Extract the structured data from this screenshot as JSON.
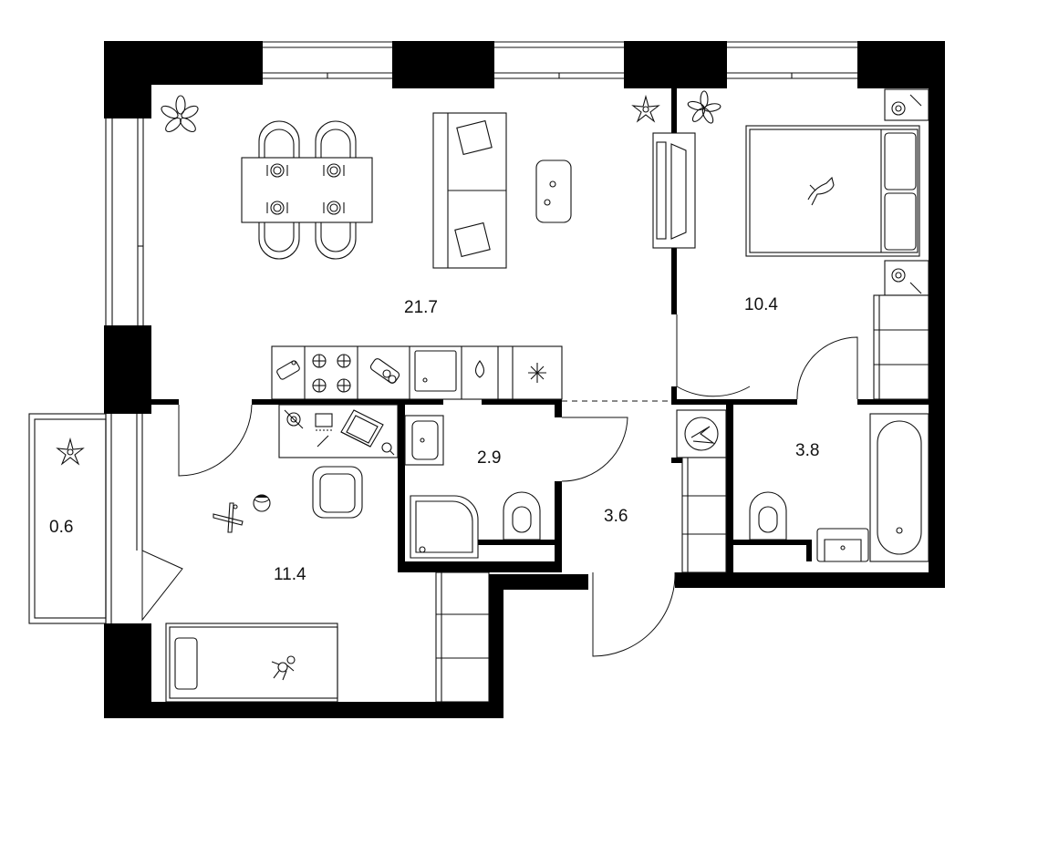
{
  "colors": {
    "wall": "#000000",
    "line": "#111111",
    "background": "#ffffff"
  },
  "rooms": [
    {
      "id": "living-kitchen",
      "area": "21.7"
    },
    {
      "id": "bedroom",
      "area": "10.4"
    },
    {
      "id": "bathroom-small",
      "area": "2.9"
    },
    {
      "id": "hallway",
      "area": "3.6"
    },
    {
      "id": "bathroom-large",
      "area": "3.8"
    },
    {
      "id": "balcony",
      "area": "0.6"
    },
    {
      "id": "kids-room",
      "area": "11.4"
    }
  ],
  "icons": [
    "plant-icon",
    "dining-table-icon",
    "sofa-icon",
    "coffee-table-icon",
    "tv-stand-icon",
    "double-bed-icon",
    "nightstand-icon",
    "wardrobe-icon",
    "kitchen-counter-icon",
    "stove-icon",
    "sink-icon",
    "fridge-icon",
    "desk-icon",
    "laptop-icon",
    "office-chair-icon",
    "toy-plane-icon",
    "ball-icon",
    "single-bed-icon",
    "teddy-icon",
    "washbasin-icon",
    "toilet-icon",
    "shower-icon",
    "bathtub-icon",
    "boiler-icon",
    "cat-icon"
  ]
}
